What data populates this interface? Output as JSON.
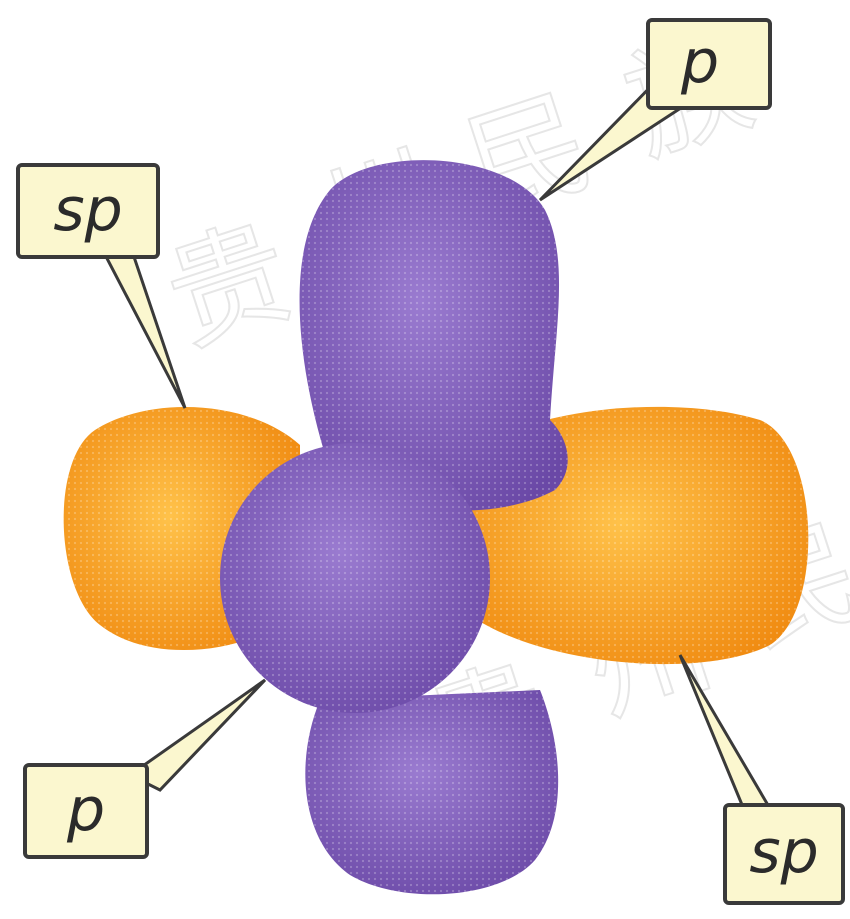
{
  "labels": {
    "top_right": "p",
    "top_left": "sp",
    "bottom_left": "p",
    "bottom_right": "sp"
  },
  "watermark": [
    "贵",
    "州",
    "民",
    "族",
    "贵",
    "州",
    "民"
  ],
  "colors": {
    "p_orbital": "#7a57b0",
    "p_orbital_light": "#9a7bd0",
    "sp_orbital": "#f29a1e",
    "sp_orbital_light": "#ffc24a",
    "callout_fill": "#fbf7cf",
    "callout_stroke": "#3a3a3a"
  }
}
